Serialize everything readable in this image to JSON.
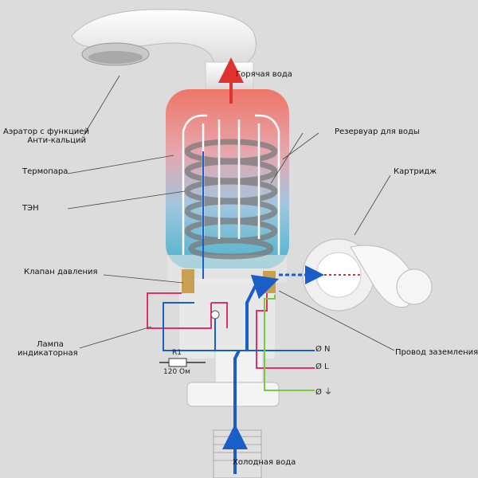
{
  "labels": {
    "hot_water": "Горячая вода",
    "aerator_line1": "Аэратор с функцией",
    "aerator_line2": "Анти-кальций",
    "thermocouple": "Термопара",
    "heater": "ТЭН",
    "reservoir": "Резервуар для воды",
    "cartridge": "Картридж",
    "pressure_valve": "Клапан давления",
    "lamp_line1": "Лампа",
    "lamp_line2": "индикаторная",
    "ground_wire": "Провод заземления",
    "cold_water": "Холодная вода",
    "resistor_name": "R1",
    "resistor_value": "120 Ом",
    "terminal_n": "Ø N",
    "terminal_l": "Ø L",
    "terminal_ground": "Ø ⏚"
  },
  "colors": {
    "background": "#dcdcdc",
    "hot": "#e03030",
    "cold": "#1a5fc8",
    "wire_red": "#e0306a",
    "wire_green": "#7ac943",
    "tank_blue": "#3aa0c8"
  }
}
